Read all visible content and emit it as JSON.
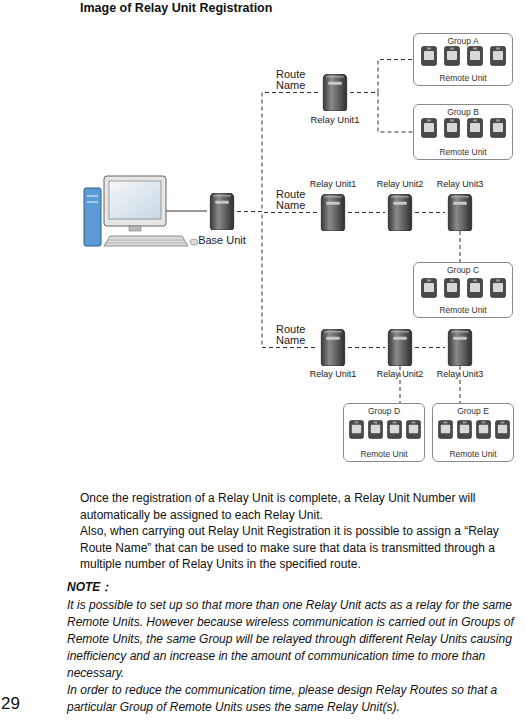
{
  "diagram": {
    "title": "Image of Relay Unit Registration",
    "nodes": [
      {
        "text": [
          "Base Unit"
        ]
      },
      {
        "text": [
          "Relay Unit1"
        ]
      },
      {
        "text": [
          "Group A",
          "Remote Unit"
        ]
      },
      {
        "text": [
          "Group B",
          "Remote Unit"
        ]
      },
      {
        "text": [
          "Relay Unit1"
        ]
      },
      {
        "text": [
          "Relay Unit2"
        ]
      },
      {
        "text": [
          "Relay Unit3"
        ]
      },
      {
        "text": [
          "Group C",
          "Remote Unit"
        ]
      },
      {
        "text": [
          "Relay Unit1"
        ]
      },
      {
        "text": [
          "Relay Unit2"
        ]
      },
      {
        "text": [
          "Relay Unit3"
        ]
      },
      {
        "text": [
          "Group D",
          "Remote Unit"
        ]
      },
      {
        "text": [
          "Group E",
          "Remote Unit"
        ]
      }
    ],
    "edges": [
      {
        "from": 0,
        "to": 1,
        "arrow": "none",
        "label": "Route Name"
      },
      {
        "from": 0,
        "to": 4,
        "arrow": "none",
        "label": "Route Name"
      },
      {
        "from": 0,
        "to": 8,
        "arrow": "none",
        "label": "Route Name"
      },
      {
        "from": 1,
        "to": 2,
        "arrow": "none"
      },
      {
        "from": 1,
        "to": 3,
        "arrow": "none"
      },
      {
        "from": 4,
        "to": 5,
        "arrow": "none"
      },
      {
        "from": 5,
        "to": 6,
        "arrow": "none"
      },
      {
        "from": 6,
        "to": 7,
        "arrow": "none"
      },
      {
        "from": 8,
        "to": 9,
        "arrow": "none"
      },
      {
        "from": 9,
        "to": 10,
        "arrow": "none"
      },
      {
        "from": 9,
        "to": 11,
        "arrow": "none"
      },
      {
        "from": 10,
        "to": 12,
        "arrow": "none"
      }
    ],
    "labels": [
      "Once the registration of a Relay Unit is complete, a Relay Unit Number will automatically be assigned to each Relay Unit.",
      "Also, when carrying out Relay Unit Registration it is possible to assign a “Relay Route Name” that can be used to make sure that data is transmitted through a multiple number of Relay Units in the specified route.",
      "NOTE：",
      "It is possible to set up so that more than one Relay Unit acts as a relay for the same Remote Units. However because wireless communication is carried out in Groups of Remote Units, the same Group will be relayed through different Relay Units causing inefficiency and an increase in the amount of communication time to more than necessary.",
      "In order to reduce the communication time, please design Relay Routes so that a particular Group of Remote Units uses the same Relay Unit(s).",
      "29"
    ]
  }
}
